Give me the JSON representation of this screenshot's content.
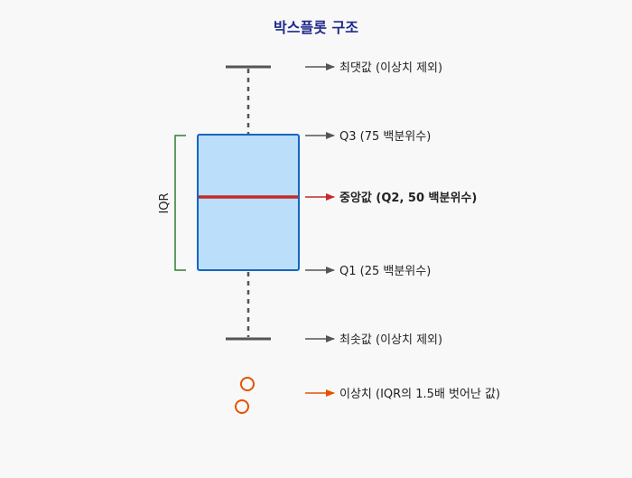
{
  "title": "박스플롯 구조",
  "labels": {
    "max": "최댓값 (이상치 제외)",
    "q3": "Q3 (75 백분위수)",
    "median": "중앙값 (Q2, 50 백분위수)",
    "q1": "Q1 (25 백분위수)",
    "min": "최솟값 (이상치 제외)",
    "outlier": "이상치 (IQR의 1.5배 벗어난 값)",
    "iqr": "IQR"
  },
  "colors": {
    "title": "#1f2a8a",
    "box_fill": "#bbdefb",
    "box_stroke": "#1565c0",
    "median": "#c62828",
    "whisker": "#555555",
    "iqr_bracket": "#2e7d32",
    "outlier": "#e65100",
    "arrow": "#555555",
    "text": "#222222"
  }
}
